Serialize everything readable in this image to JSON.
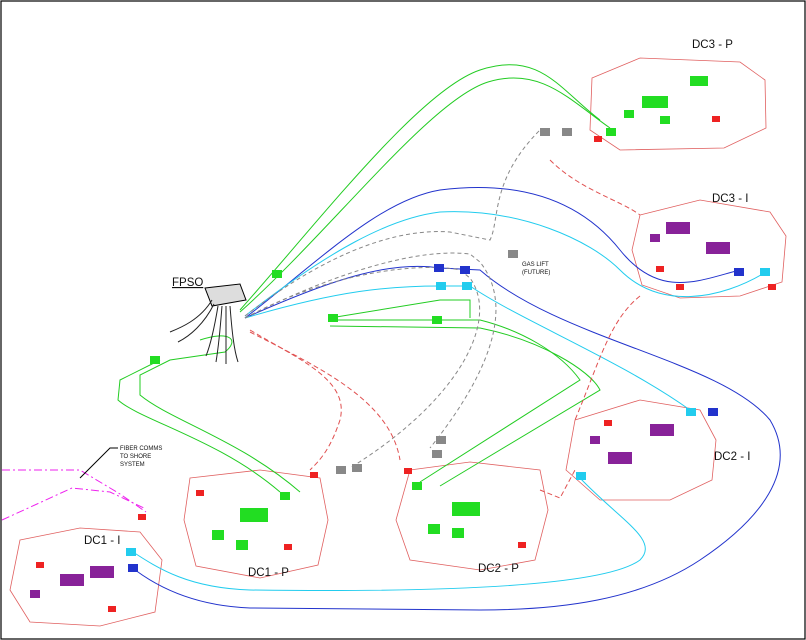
{
  "labels": {
    "fpso": "FPSO",
    "dc3p": "DC3 - P",
    "dc3i": "DC3 - I",
    "dc2i": "DC2 - I",
    "dc2p": "DC2 - P",
    "dc1i": "DC1 - I",
    "dc1p": "DC1 - P",
    "gas_lift_1": "GAS LIFT",
    "gas_lift_2": "(FUTURE)",
    "fiber_1": "FIBER COMMS",
    "fiber_2": "TO SHORE",
    "fiber_3": "SYSTEM"
  },
  "colors": {
    "production_flowline": "#22cc22",
    "water_injection": "#2233cc",
    "injection_umbilical": "#22ccee",
    "gas_lift": "#888888",
    "control_umbilical": "#e05050",
    "fiber_comms": "#ee22ee",
    "production_manifold": "#22dd22",
    "injection_manifold": "#882299"
  }
}
